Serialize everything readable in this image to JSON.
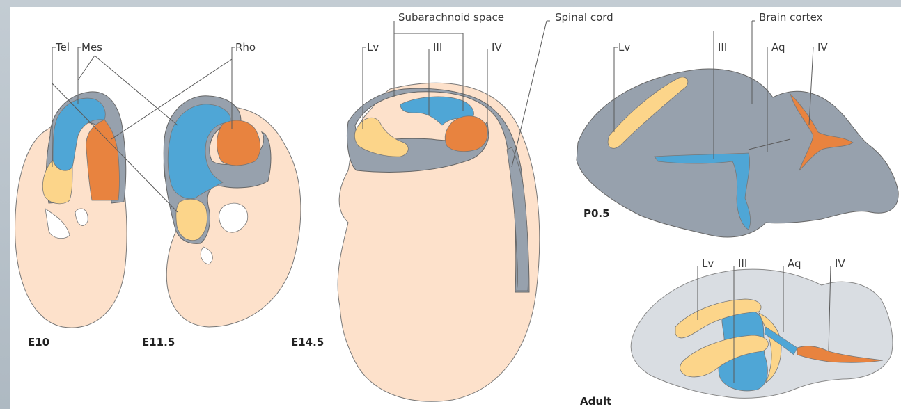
{
  "labels": {
    "tel": "Tel",
    "mes": "Mes",
    "rho": "Rho",
    "subarachnoid": "Subarachnoid space",
    "spinal_cord": "Spinal cord",
    "brain_cortex": "Brain cortex",
    "e14_lv": "Lv",
    "e14_iii": "III",
    "e14_iv": "IV",
    "p05_lv": "Lv",
    "p05_iii": "III",
    "p05_aq": "Aq",
    "p05_iv": "IV",
    "adult_lv": "Lv",
    "adult_iii": "III",
    "adult_aq": "Aq",
    "adult_iv": "IV"
  },
  "stages": {
    "e10": "E10",
    "e115": "E11.5",
    "e145": "E14.5",
    "p05": "P0.5",
    "adult": "Adult"
  },
  "colors": {
    "embryo_skin": "#fde1cb",
    "telencephalon_lateral_ventricle": "#fcd58a",
    "mesencephalon_third_ventricle": "#4fa6d6",
    "rhombencephalon_fourth_ventricle": "#e8833f",
    "brain_tissue": "#97a1ad",
    "adult_brain": "#d9dde2"
  }
}
